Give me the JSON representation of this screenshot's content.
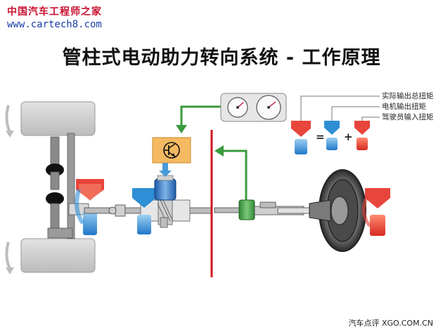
{
  "watermark": {
    "site_name": "中国汽车工程师之家",
    "url": "www.cartech8.com"
  },
  "title": "管柱式电动助力转向系统 - 工作原理",
  "legend": {
    "total_torque": "实际输出总扭矩",
    "motor_torque": "电机输出扭矩",
    "driver_torque": "驾驶员输入扭矩",
    "equals": "=",
    "plus": "+"
  },
  "footer": "汽车点评 XGO.COM.CN",
  "colors": {
    "watermark_red": "#c8102e",
    "watermark_blue": "#1a3ea8",
    "divider_red": "#d0141b",
    "signal_green": "#3a9b3e",
    "ecu_orange": "#f5b961",
    "arrow_red": "#e8453c",
    "arrow_blue": "#2e8fd6"
  },
  "icons": {
    "ecu": "transistor-icon",
    "gauges": "instrument-cluster-icon",
    "wheel": "steering-wheel-icon"
  }
}
